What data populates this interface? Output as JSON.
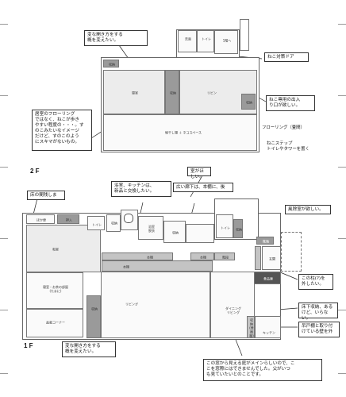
{
  "floors": {
    "second": "2 F",
    "first": "1 F"
  },
  "rooms_2f": {
    "washroom": "洗面",
    "toilet": "トイレ",
    "stairs_down": "1階へ",
    "storage_a": "収納",
    "bedroom": "寝室",
    "storage_b": "収納",
    "living": "リビン",
    "drying": "物干し場 ＋ ネコスペース",
    "storage_c": "収納"
  },
  "rooms_1f": {
    "wc_left": "ほか便",
    "storage_left": "押入",
    "japanese": "和室",
    "toilet": "トイレ",
    "storage_hall": "収納",
    "bath": "浴室\n脱衣",
    "closet": "収納",
    "corridor_a": "本棚",
    "corridor_b": "本棚",
    "study": "寝室・お茶の部屋\n(たまに)",
    "stairs": "階段",
    "bookcase": "本棚",
    "storage_tall": "収納",
    "living": "リビング",
    "dining": "ダイニング\nリビング",
    "toilet_b": "トイレ",
    "storage_b": "収納",
    "cloak": "靴箱",
    "entrance": "玄関",
    "shoe_room": "食品庫",
    "kitchen_counter": "収納\n(食器棚)",
    "kitchen": "キッチン",
    "garden_corner": "盆栽コーナー",
    "kamidana": "収納"
  },
  "notes": {
    "door_2f": "変な開き方をする\n概を変えたい。",
    "cat_door": "ねこ対策ドア",
    "cat_exit": "ねこ専用の出入\nり口が欲しい。",
    "flooring_top": "フローリング（畳間）",
    "cat_step": "ねこステップ\nトイレやタワーを置く",
    "bedroom_floor": "居室のフローリング\nではなく、ねこが歩き\nやすい程度の・・・。す\nのこみたいなイメージ\nだけど、すのこのよう\nにスキマがないもの。",
    "want_room": "室がほしい。",
    "bath_kitchen": "浴室、キッチンは、\n新品と交換したい。",
    "corridor": "広い廊下は、本棚に、後",
    "floor_stop": "床の間残しま",
    "wind_room": "風除室が欲しい。",
    "pillar": "この柱(?)を\n外したい。",
    "underfloor": "床下収納、ある\nけど、いらない。",
    "hanging": "吊戸棚と取り付\nけている壁を外",
    "door_1f": "変な開き方をする\n概を変えたい。",
    "window": "この窓から見える庭がメインらしいので、こ\nこを窓際にはできませんでした。父がいつ\nも見ていたいとのことです。"
  }
}
